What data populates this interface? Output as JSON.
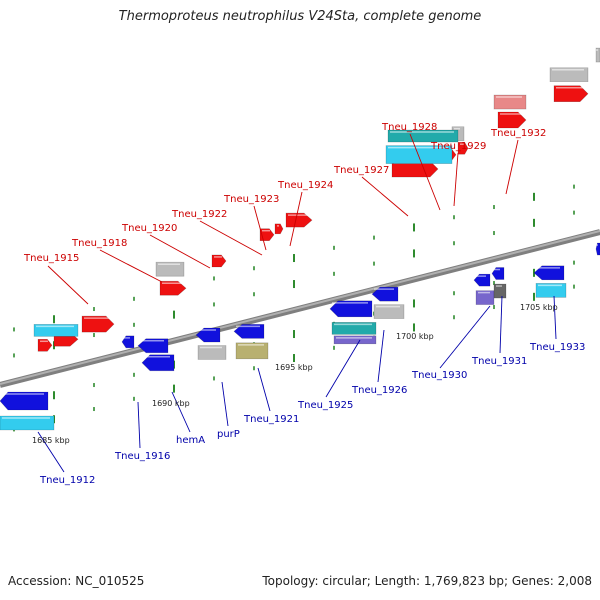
{
  "title": "Thermoproteus neutrophilus V24Sta, complete genome",
  "accession": "Accession: NC_010525",
  "summary": "Topology: circular; Length: 1,769,823 bp; Genes: 2,008",
  "colors": {
    "track": "#8c8c8c",
    "top_label": "#cc0000",
    "bottom_label": "#0000aa",
    "tick": "#2e8b2e",
    "red_gene": "#ee1111",
    "blue_gene": "#1111dd",
    "cyan_gene": "#33ccee",
    "teal_gene": "#22aaaa",
    "grey_gene": "#bbbbbb",
    "olive_gene": "#b8b070",
    "pink_gene": "#e88888",
    "violet_gene": "#7766cc",
    "dark_grey_gene": "#666666"
  },
  "scale_labels": [
    {
      "text": "1685 kbp"
    },
    {
      "text": "1690 kbp"
    },
    {
      "text": "1695 kbp"
    },
    {
      "text": "1700 kbp"
    },
    {
      "text": "1705 kbp"
    }
  ],
  "top_labels": [
    {
      "text": "Tneu_1915"
    },
    {
      "text": "Tneu_1918"
    },
    {
      "text": "Tneu_1920"
    },
    {
      "text": "Tneu_1922"
    },
    {
      "text": "Tneu_1923"
    },
    {
      "text": "Tneu_1924"
    },
    {
      "text": "Tneu_1927"
    },
    {
      "text": "Tneu_1928"
    },
    {
      "text": "Tneu_1929"
    },
    {
      "text": "Tneu_1932"
    }
  ],
  "bottom_labels": [
    {
      "text": "Tneu_1912"
    },
    {
      "text": "Tneu_1916"
    },
    {
      "text": "hemA"
    },
    {
      "text": "purP"
    },
    {
      "text": "Tneu_1921"
    },
    {
      "text": "Tneu_1925"
    },
    {
      "text": "Tneu_1926"
    },
    {
      "text": "Tneu_1930"
    },
    {
      "text": "Tneu_1931"
    },
    {
      "text": "Tneu_1933"
    }
  ]
}
